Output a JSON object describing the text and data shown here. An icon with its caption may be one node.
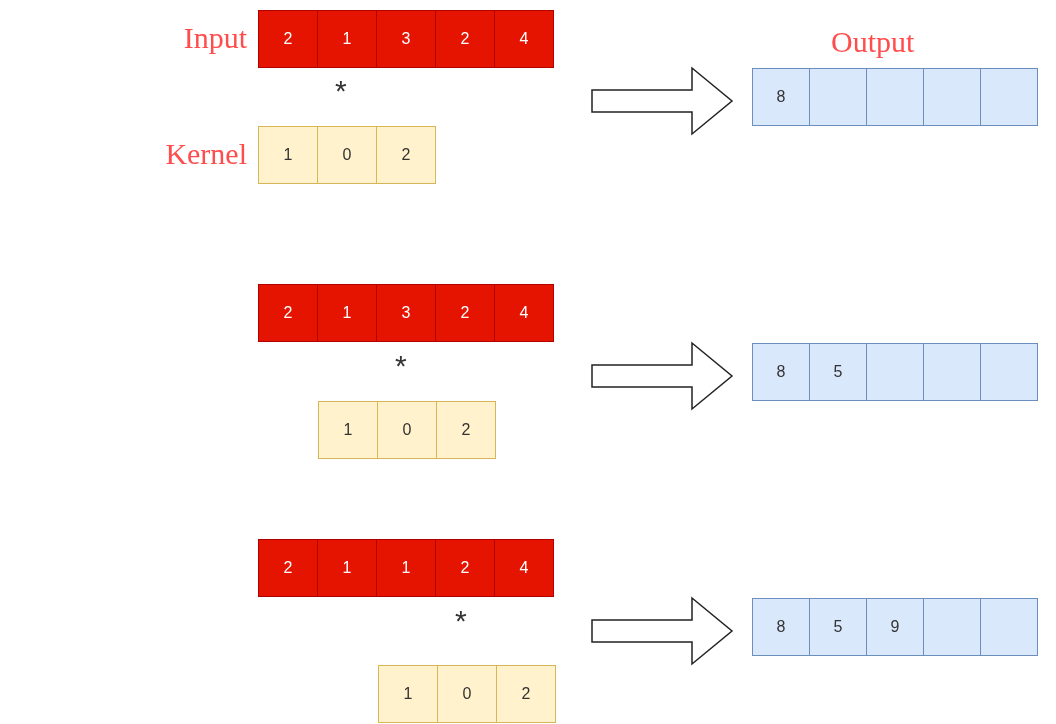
{
  "diagram": {
    "nodes": [
      {
        "text": [],
        "shape": "box",
        "beside": [
          "Input"
        ]
      },
      {
        "text": [
          "2"
        ],
        "in": 0
      },
      {
        "text": [
          "1"
        ],
        "in": 0
      },
      {
        "text": [
          "3"
        ],
        "in": 0
      },
      {
        "text": [
          "2"
        ],
        "in": 0
      },
      {
        "text": [
          "4"
        ],
        "in": 0
      },
      {
        "text": [],
        "shape": "box",
        "beside": [
          "Kernel"
        ]
      },
      {
        "text": [
          "1"
        ],
        "in": 6
      },
      {
        "text": [
          "0"
        ],
        "in": 6
      },
      {
        "text": [
          "2"
        ],
        "in": 6
      },
      {
        "text": [],
        "shape": "box",
        "beside": [
          "Output"
        ]
      },
      {
        "text": [
          "8"
        ],
        "in": 10
      },
      {
        "text": [],
        "shape": "box",
        "in": 10
      },
      {
        "text": [],
        "shape": "box",
        "in": 10
      },
      {
        "text": [],
        "shape": "box",
        "in": 10
      },
      {
        "text": [],
        "shape": "box",
        "in": 10
      },
      {
        "text": [],
        "shape": "box"
      },
      {
        "text": [
          "2"
        ],
        "in": 16
      },
      {
        "text": [
          "1"
        ],
        "in": 16
      },
      {
        "text": [
          "3"
        ],
        "in": 16
      },
      {
        "text": [
          "2"
        ],
        "in": 16
      },
      {
        "text": [
          "4"
        ],
        "in": 16
      },
      {
        "text": [],
        "shape": "box"
      },
      {
        "text": [
          "1"
        ],
        "in": 22
      },
      {
        "text": [
          "0"
        ],
        "in": 22
      },
      {
        "text": [
          "2"
        ],
        "in": 22
      },
      {
        "text": [],
        "shape": "box"
      },
      {
        "text": [
          "8"
        ],
        "in": 26
      },
      {
        "text": [
          "5"
        ],
        "in": 26
      },
      {
        "text": [],
        "shape": "box",
        "in": 26
      },
      {
        "text": [],
        "shape": "box",
        "in": 26
      },
      {
        "text": [],
        "shape": "box",
        "in": 26
      },
      {
        "text": [],
        "shape": "box"
      },
      {
        "text": [
          "2"
        ],
        "in": 32
      },
      {
        "text": [
          "1"
        ],
        "in": 32
      },
      {
        "text": [
          "1"
        ],
        "in": 32
      },
      {
        "text": [
          "2"
        ],
        "in": 32
      },
      {
        "text": [
          "4"
        ],
        "in": 32
      },
      {
        "text": [],
        "shape": "box"
      },
      {
        "text": [
          "1"
        ],
        "in": 38
      },
      {
        "text": [
          "0"
        ],
        "in": 38
      },
      {
        "text": [
          "2"
        ],
        "in": 38
      },
      {
        "text": [],
        "shape": "box"
      },
      {
        "text": [
          "8"
        ],
        "in": 42
      },
      {
        "text": [
          "5"
        ],
        "in": 42
      },
      {
        "text": [
          "9"
        ],
        "in": 42
      },
      {
        "text": [],
        "shape": "box",
        "in": 42
      },
      {
        "text": [],
        "shape": "box",
        "in": 42
      }
    ],
    "edges": [
      {
        "from": null,
        "to": 10,
        "arrow": "to"
      },
      {
        "from": null,
        "to": 26,
        "arrow": "to"
      },
      {
        "from": null,
        "to": 42,
        "arrow": "to"
      }
    ],
    "labels": [
      "*",
      "*",
      "*"
    ]
  }
}
